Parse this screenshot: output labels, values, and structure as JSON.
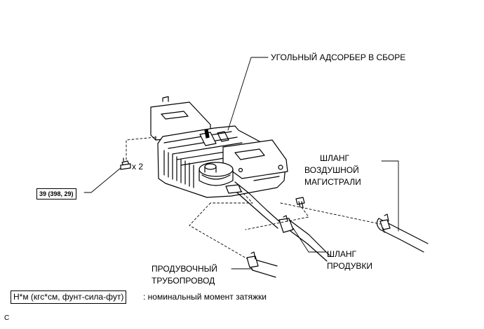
{
  "labels": {
    "canister_assembly": "УГОЛЬНЫЙ АДСОРБЕР В СБОРЕ",
    "air_hose_line1": "ШЛАНГ",
    "air_hose_line2": "ВОЗДУШНОЙ",
    "air_hose_line3": "МАГИСТРАЛИ",
    "purge_hose_line1": "ШЛАНГ",
    "purge_hose_line2": "ПРОДУВКИ",
    "purge_line_line1": "ПРОДУВОЧНЫЙ",
    "purge_line_line2": "ТРУБОПРОВОД",
    "bolt_count": "x 2",
    "torque_value": "39 (398, 29)"
  },
  "legend": {
    "unit_box": "Н*м (кгс*см, фунт-сила-фут)",
    "description": ": номинальный момент затяжки"
  },
  "corner_mark": "C"
}
